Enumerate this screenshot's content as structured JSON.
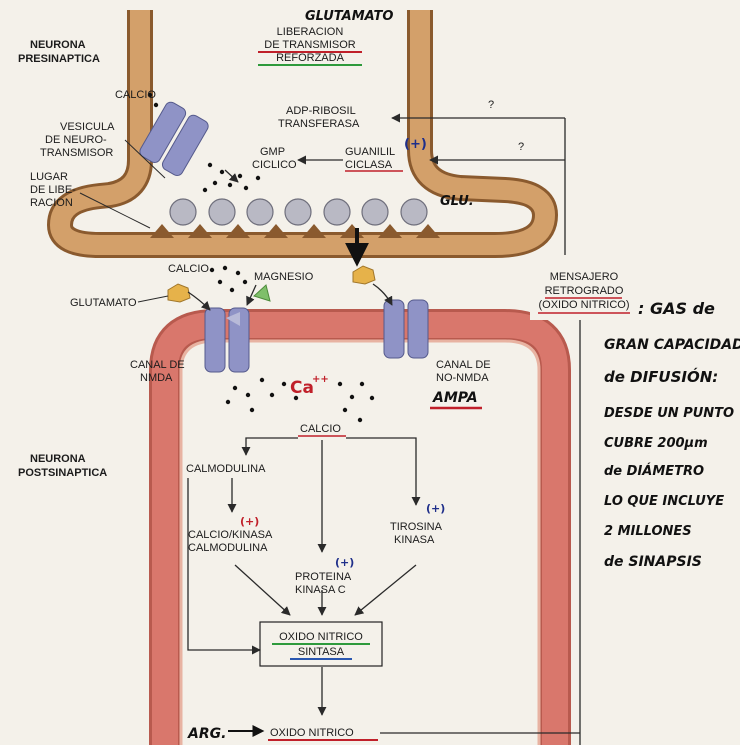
{
  "title": "GLUTAMATO",
  "release_label": [
    "LIBERACION",
    "DE TRANSMISOR",
    "REFORZADA"
  ],
  "presynaptic_label": [
    "NEURONA",
    "PRESINAPTICA"
  ],
  "postsynaptic_label": [
    "NEURONA",
    "POSTSINAPTICA"
  ],
  "calcio_top": "CALCIO",
  "vesicle_label": [
    "VESICULA",
    "DE NEURO-",
    "TRANSMISOR"
  ],
  "release_site_label": [
    "LUGAR",
    "DE LIBE-",
    "RACION"
  ],
  "gmp_label": [
    "GMP",
    "CICLICO"
  ],
  "guanilil_label": [
    "GUANILIL",
    "CICLASA"
  ],
  "adp_label": [
    "ADP-RIBOSIL",
    "TRANSFERASA"
  ],
  "question_marks": [
    "?",
    "?"
  ],
  "plus": "(+)",
  "glu_handwritten": "GLU.",
  "calcio_mid": "CALCIO",
  "magnesio": "MAGNESIO",
  "glutamato_mid": "GLUTAMATO",
  "nmda_label": [
    "CANAL DE",
    "NMDA"
  ],
  "non_nmda_label": [
    "CANAL DE",
    "NO-NMDA"
  ],
  "ampa_handwritten": "AMPA",
  "ca_label": "Ca",
  "ca_charge": "++",
  "calcio_post": "CALCIO",
  "calmodulina": "CALMODULINA",
  "kinasa_calmodulina": [
    "CALCIO/KINASA",
    "CALMODULINA"
  ],
  "proteina_kinasa": [
    "PROTEINA",
    "KINASA C"
  ],
  "tirosina_kinasa": [
    "TIROSINA",
    "KINASA"
  ],
  "oxido_sintasa": [
    "OXIDO NITRICO",
    "SINTASA"
  ],
  "oxido_nitrico": "OXIDO NITRICO",
  "arg_handwritten": "ARG.",
  "messenger_label": [
    "MENSAJERO",
    "RETROGRADO",
    "(OXIDO NITRICO)"
  ],
  "handwritten_note": [
    ": GAS de",
    "GRAN CAPACIDAD",
    "de DIFUSIÓN:",
    "DESDE UN PUNTO",
    "CUBRE 200μm",
    "de DIÁMETRO",
    "LO QUE INCLUYE",
    "2 MILLONES",
    "de SINAPSIS"
  ],
  "colors": {
    "membrane_fill": "#d3a06a",
    "membrane_edge": "#8a5a2e",
    "post_fill": "#d9776c",
    "post_inner": "#e8b3a2",
    "channel": "#8f93c6",
    "ligand": "#e6b24a",
    "magnesium": "#7fbf6a",
    "vesicle": "#b9b9c4",
    "underline_red": "#c0202a",
    "underline_green": "#2e9a3c",
    "underline_blue": "#2a57b0"
  }
}
